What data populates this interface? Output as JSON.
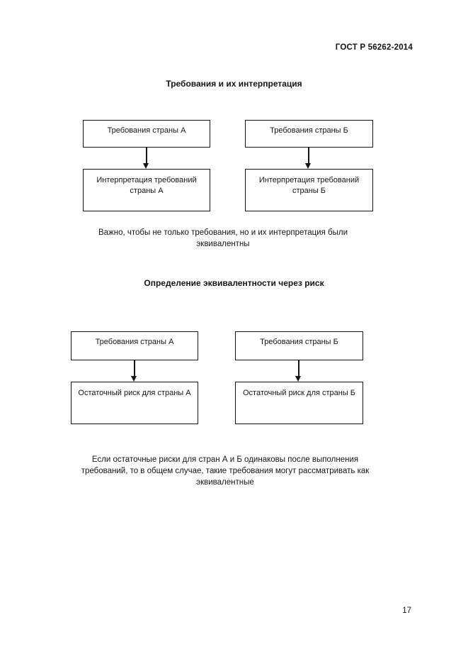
{
  "page": {
    "header_code": "ГОСТ Р 56262-2014",
    "page_number": "17"
  },
  "section1": {
    "title": "Требования и их интерпретация",
    "boxes": {
      "req_a": "Требования страны А",
      "req_b": "Требования страны Б",
      "interp_a": "Интерпретация требований страны А",
      "interp_b": "Интерпретация требований страны Б"
    },
    "caption_lines": [
      "Важно, чтобы не только требования, но и их интерпретация были",
      "эквивалентны"
    ]
  },
  "section2": {
    "title": "Определение эквивалентности через риск",
    "boxes": {
      "req_a": "Требования страны А",
      "req_b": "Требования страны Б",
      "risk_a": "Остаточный риск для страны А",
      "risk_b": "Остаточный риск для страны Б"
    },
    "caption_lines": [
      "Если остаточные риски для стран А и Б одинаковы после выполнения",
      "требований, то в общем случае, такие требования могут рассматривать как",
      "эквивалентные"
    ]
  }
}
